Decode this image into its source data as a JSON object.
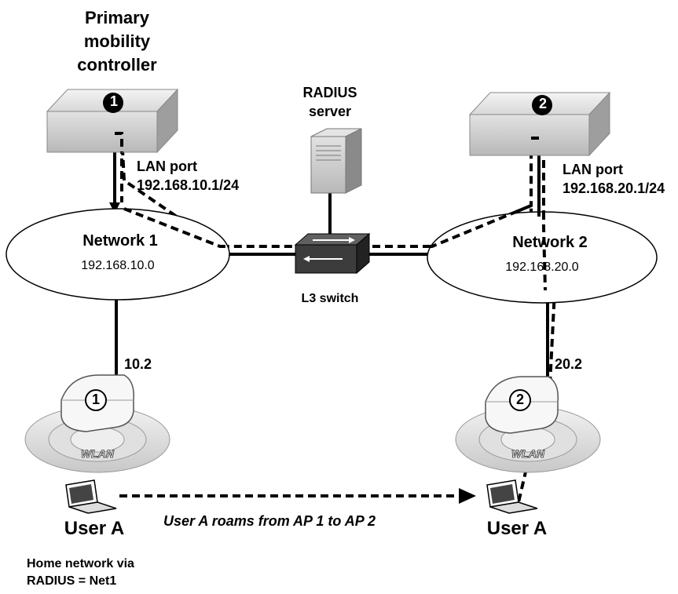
{
  "labels": {
    "controller1_title": [
      "Primary",
      "mobility",
      "controller"
    ],
    "controller1_number": "1",
    "controller2_number": "2",
    "radius_title": [
      "RADIUS",
      "server"
    ],
    "lan_port_1": [
      "LAN port",
      "192.168.10.1/24"
    ],
    "lan_port_2": [
      "LAN port",
      "192.168.20.1/24"
    ],
    "network1_name": "Network 1",
    "network1_addr": "192.168.10.0",
    "network2_name": "Network 2",
    "network2_addr": "192.168.20.0",
    "switch_label": "L3 switch",
    "ap1_addr": "10.2",
    "ap2_addr": "20.2",
    "ap1_number": "1",
    "ap2_number": "2",
    "wlan_text": "WLAN",
    "user_left": "User A",
    "user_right": "User A",
    "roam_text": "User A roams from AP 1 to AP 2",
    "home_network": [
      "Home network via",
      "RADIUS = Net1"
    ]
  }
}
